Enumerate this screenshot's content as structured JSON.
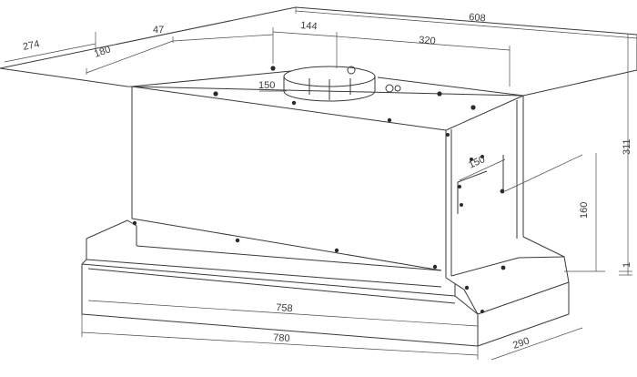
{
  "dimensions": {
    "total_depth": "608",
    "outlet_offset": "144",
    "outlet_to_holes": "320",
    "hole_row_side_inner": "47",
    "side_hole_distance": "180",
    "side_depth": "274",
    "outlet_diameter": "150",
    "side_plate_width": "150",
    "side_plate_height": "160",
    "total_height": "311",
    "visor_thickness": "1",
    "body_width": "758",
    "visor_width": "780",
    "visor_depth": "290"
  }
}
